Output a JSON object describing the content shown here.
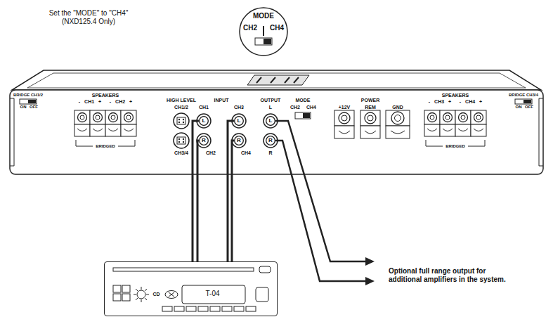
{
  "diagram": {
    "nodes": [
      {
        "text": [
          "MODE",
          "CH2",
          "CH4"
        ]
      },
      {
        "text": [
          "BRIDGE CH1/2",
          "ON",
          "OFF",
          "SPEAKERS",
          "- CH1 +",
          "- CH2 +",
          "BRIDGED",
          "HIGH LEVEL",
          "CH1/2",
          "CH3/4",
          "INPUT",
          "CH1",
          "CH2",
          "CH3",
          "CH4",
          "OUTPUT",
          "L",
          "R",
          "MODE",
          "CH2",
          "CH4",
          "POWER",
          "+12V",
          "REM",
          "GND",
          "SPEAKERS",
          "- CH3 +",
          "- CH4 +",
          "BRIDGED",
          "BRIDGE CH3/4",
          "ON",
          "OFF"
        ]
      },
      {
        "text": [
          "L"
        ],
        "in": 1
      },
      {
        "text": [
          "R"
        ],
        "in": 1
      },
      {
        "text": [
          "L"
        ],
        "in": 1
      },
      {
        "text": [
          "R"
        ],
        "in": 1
      },
      {
        "text": [
          "L"
        ],
        "in": 1
      },
      {
        "text": [
          "R"
        ],
        "in": 1
      },
      {
        "text": [
          "CD",
          "T-04"
        ]
      }
    ],
    "edges": [
      {
        "from": 8,
        "to": 2,
        "arrow": "none"
      },
      {
        "from": 8,
        "to": 3,
        "arrow": "none"
      },
      {
        "from": 8,
        "to": 4,
        "arrow": "none"
      },
      {
        "from": 8,
        "to": 5,
        "arrow": "none"
      }
    ],
    "labels": [
      "Set the \"MODE\" to \"CH4\" (NXD125.4 Only)",
      "Optional full range output for additional amplifiers in the system."
    ]
  }
}
